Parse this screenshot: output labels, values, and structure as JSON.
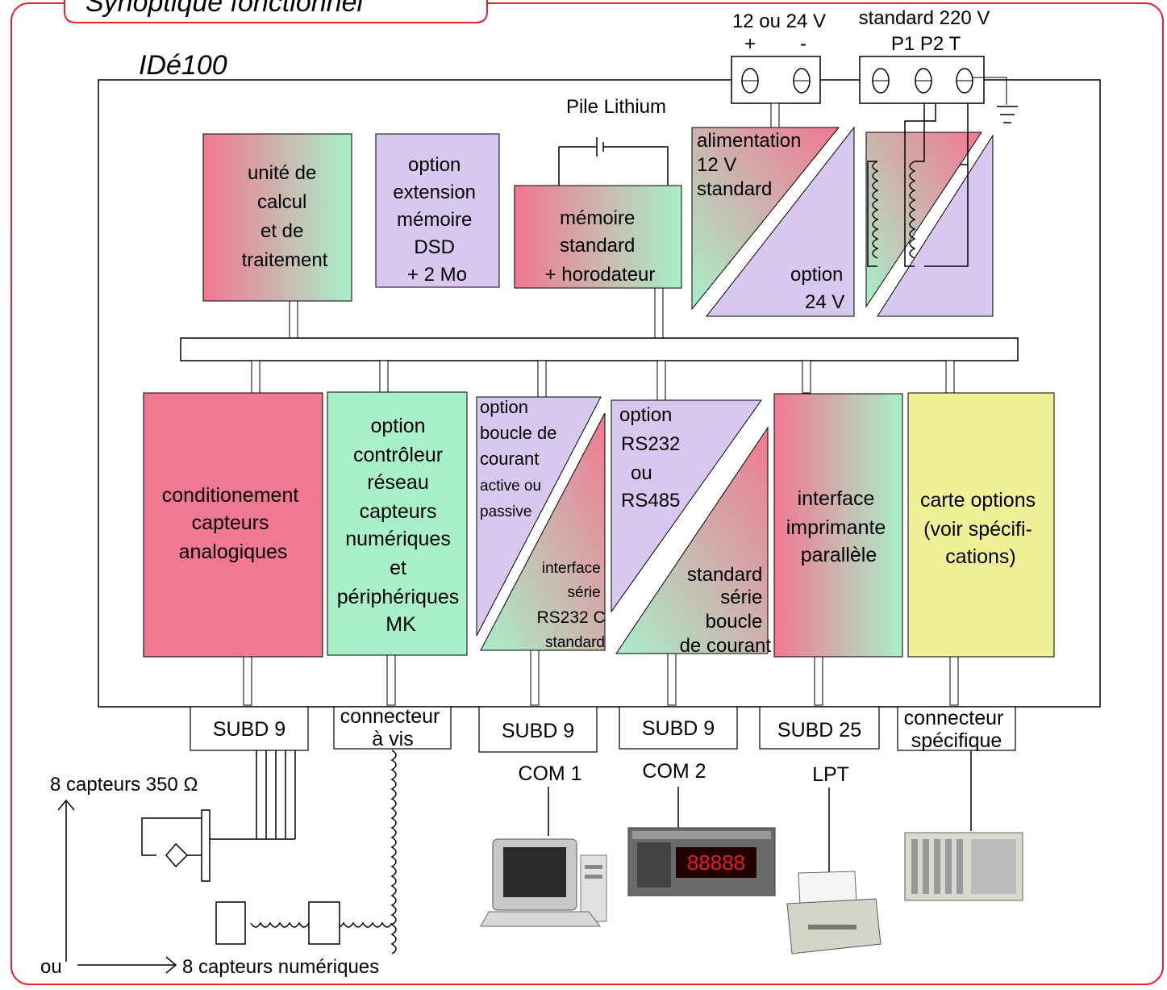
{
  "title": "Synoptique fonctionnel",
  "device": "IDé100",
  "power": {
    "dc_label": "12 ou 24 V",
    "dc_plus": "+",
    "dc_minus": "-",
    "ac_label": "standard 220 V",
    "ac_pins": "P1 P2 T"
  },
  "battery": "Pile Lithium",
  "top_blocks": {
    "cpu": [
      "unité de",
      "calcul",
      "et de",
      "traitement"
    ],
    "mem_ext": [
      "option",
      "extension",
      "mémoire",
      "DSD",
      "+ 2 Mo"
    ],
    "mem_std": [
      "mémoire",
      "standard",
      "+ horodateur"
    ],
    "psu_std": [
      "alimentation",
      "12  V",
      "standard"
    ],
    "psu_opt": [
      "option",
      "24  V"
    ]
  },
  "bottom_blocks": {
    "analog": [
      "conditionement",
      "capteurs",
      "analogiques"
    ],
    "network": [
      "option",
      "contrôleur",
      "réseau",
      "capteurs",
      "numériques",
      "et",
      "périphériques",
      "MK"
    ],
    "current_loop_opt": [
      "option",
      "boucle de",
      "courant",
      "active ou",
      "passive"
    ],
    "rs232_std": [
      "interface",
      "série",
      "RS232  C",
      "standard"
    ],
    "rs_opt": [
      "option",
      "RS232",
      "ou",
      "RS485"
    ],
    "serial_std": [
      "standard",
      "série",
      "boucle",
      "de courant"
    ],
    "printer": [
      "interface",
      "imprimante",
      "parallèle"
    ],
    "options": [
      "carte options",
      "(voir spécifi-",
      "cations)"
    ]
  },
  "connectors": {
    "c1": [
      "SUBD 9"
    ],
    "c2": [
      "connecteur",
      "à vis"
    ],
    "c3": [
      "SUBD 9"
    ],
    "c4": [
      "SUBD 9"
    ],
    "c5": [
      "SUBD 25"
    ],
    "c6": [
      "connecteur",
      "spécifique"
    ]
  },
  "ports": {
    "com1": "COM 1",
    "com2": "COM 2",
    "lpt": "LPT"
  },
  "sensors": {
    "analog": "8 capteurs 350 Ω",
    "or": "ou",
    "digital": "8 capteurs numériques"
  },
  "colors": {
    "frame": "#e8202c",
    "pink": "#f07890",
    "green": "#a8f0c8",
    "lavender": "#d8c8f0",
    "yellow": "#f0f098"
  }
}
